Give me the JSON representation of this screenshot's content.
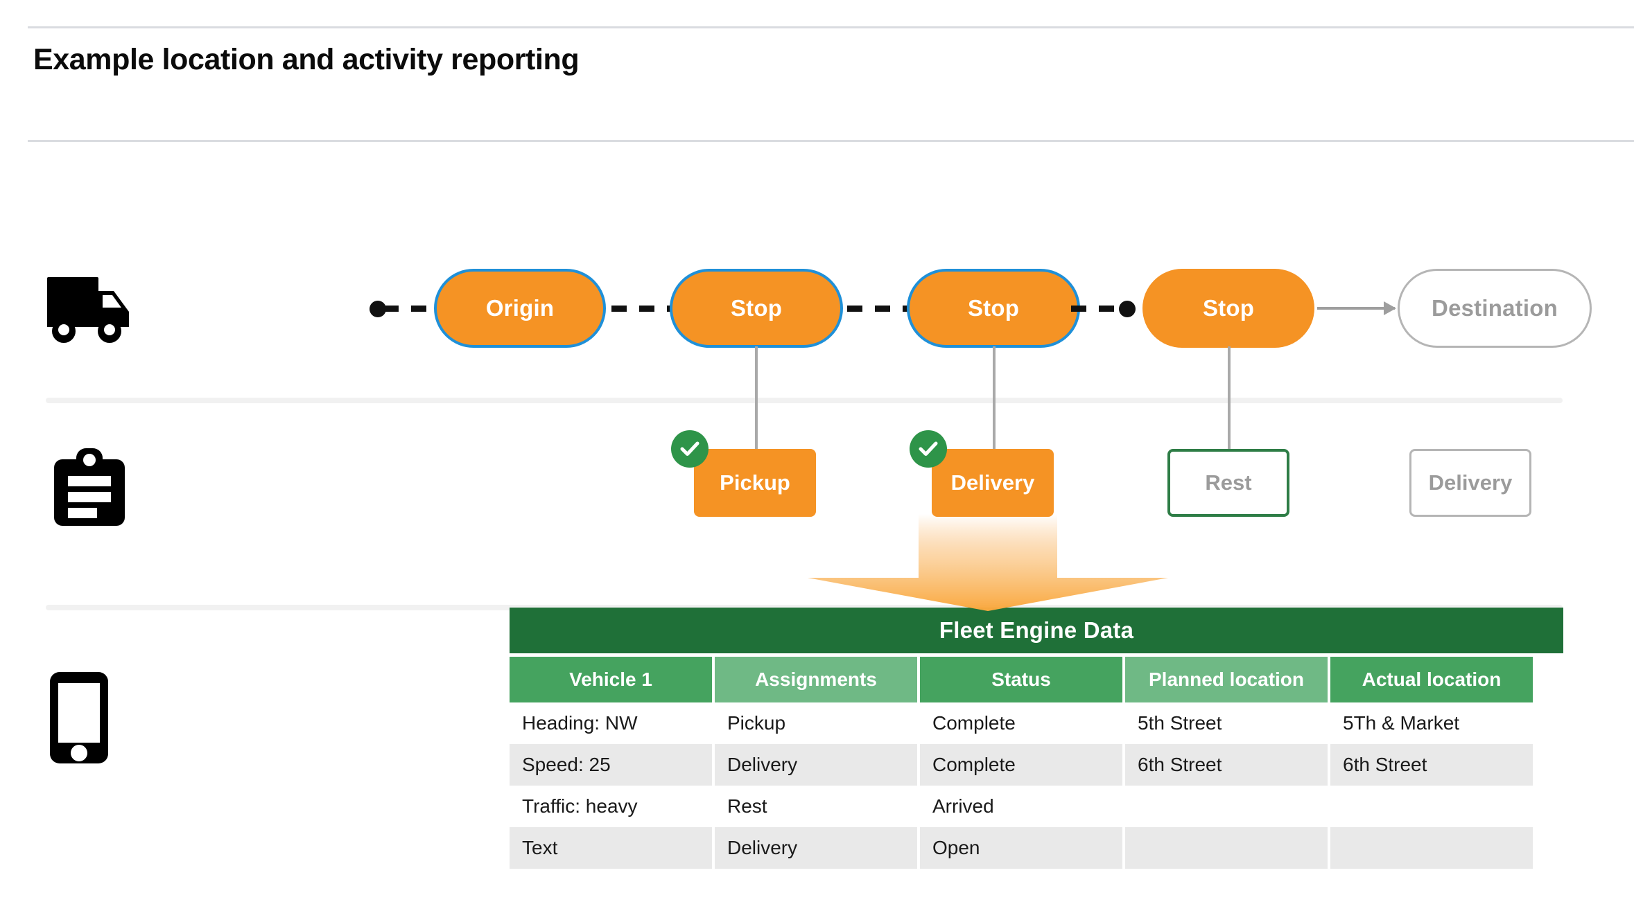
{
  "page": {
    "title": "Example location and activity reporting"
  },
  "rows": {
    "vehicle_icon": "truck-icon",
    "activity_icon": "clipboard-icon",
    "device_icon": "phone-icon"
  },
  "route": {
    "nodes": [
      {
        "label": "Origin",
        "style": "filled-blue-border"
      },
      {
        "label": "Stop",
        "style": "filled-blue-border"
      },
      {
        "label": "Stop",
        "style": "filled-blue-border"
      },
      {
        "label": "Stop",
        "style": "filled-no-border"
      },
      {
        "label": "Destination",
        "style": "ghost-gray"
      }
    ]
  },
  "activities": [
    {
      "label": "Pickup",
      "style": "filled",
      "completed": true
    },
    {
      "label": "Delivery",
      "style": "filled",
      "completed": true
    },
    {
      "label": "Rest",
      "style": "outline-green",
      "completed": false
    },
    {
      "label": "Delivery",
      "style": "outline-gray",
      "completed": false
    }
  ],
  "table": {
    "title": "Fleet Engine Data",
    "columns": [
      "Vehicle 1",
      "Assignments",
      "Status",
      "Planned location",
      "Actual location"
    ],
    "rows": [
      [
        "Heading: NW",
        "Pickup",
        "Complete",
        "5th Street",
        "5Th & Market"
      ],
      [
        "Speed: 25",
        "Delivery",
        "Complete",
        "6th Street",
        "6th Street"
      ],
      [
        "Traffic: heavy",
        "Rest",
        "Arrived",
        "",
        ""
      ],
      [
        "Text",
        "Delivery",
        "Open",
        "",
        ""
      ]
    ]
  },
  "colors": {
    "orange": "#F59324",
    "blue_border": "#1F90D8",
    "green_dark": "#1F7038",
    "green_header_a": "#45A35F",
    "green_header_b": "#6FB985",
    "green_check": "#2E9449",
    "gray_outline": "#b5b5b5",
    "gray_text": "#9b9b9b",
    "row_shade": "#e9e9e9",
    "divider": "#f1f1f1"
  }
}
